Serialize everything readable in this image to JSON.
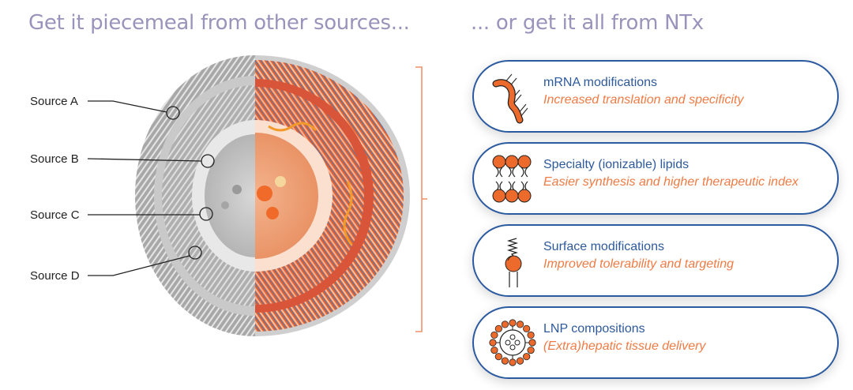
{
  "headings": {
    "left": "Get it piecemeal from other sources...",
    "right": "... or get it all from NTx"
  },
  "sources": [
    {
      "label": "Source A"
    },
    {
      "label": "Source B"
    },
    {
      "label": "Source C"
    },
    {
      "label": "Source D"
    }
  ],
  "illustration": {
    "subject": "lipid-nanoparticle-cross-section",
    "left_half_color": "#9c9c9c",
    "right_half_color": "#f07a45",
    "accent_blue": "#3f7cc0"
  },
  "colors": {
    "heading": "#9a93bb",
    "card_border": "#2b5aa0",
    "card_title": "#2e5a9c",
    "card_subtitle": "#ef7b45",
    "bracket": "#f0916a",
    "icon_orange": "#ec6a2c"
  },
  "cards": [
    {
      "icon": "mrna-strand-icon",
      "title": "mRNA modifications",
      "subtitle": "Increased translation and specificity"
    },
    {
      "icon": "lipid-bilayer-icon",
      "title": "Specialty (ionizable) lipids",
      "subtitle": "Easier synthesis and higher therapeutic index"
    },
    {
      "icon": "surface-lipid-peg-icon",
      "title": "Surface modifications",
      "subtitle": "Improved tolerability and targeting"
    },
    {
      "icon": "lnp-composition-icon",
      "title": "LNP compositions",
      "subtitle": "(Extra)hepatic tissue delivery"
    }
  ]
}
